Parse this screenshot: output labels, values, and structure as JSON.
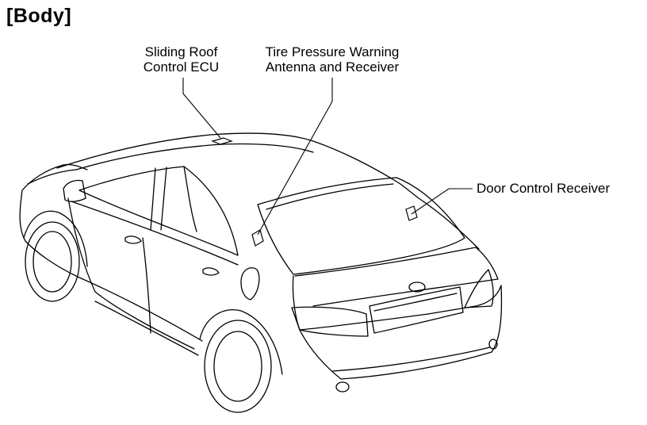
{
  "title": "[Body]",
  "labels": {
    "sliding_roof_ecu": [
      "Sliding Roof",
      "Control ECU"
    ],
    "tire_pressure": [
      "Tire Pressure Warning",
      "Antenna and Receiver"
    ],
    "door_control": "Door Control Receiver"
  }
}
